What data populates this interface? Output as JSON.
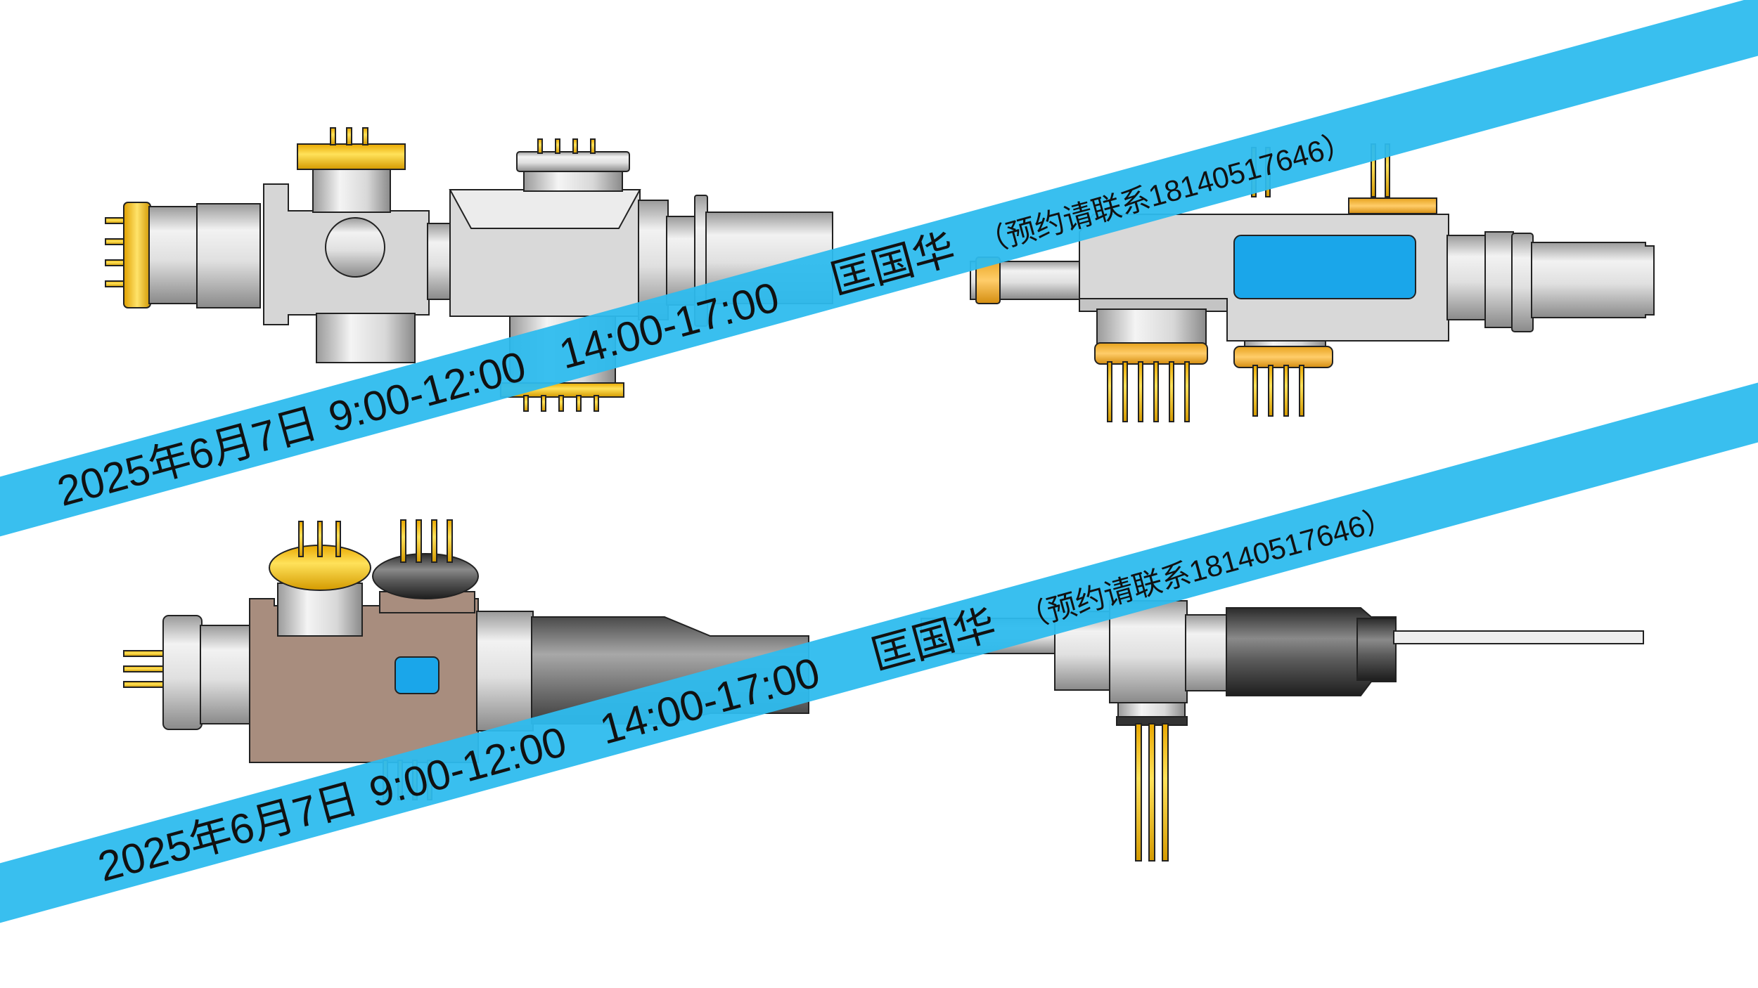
{
  "banners": [
    {
      "date": "2025年6月7日",
      "slot1": "9:00-12:00",
      "slot2": "14:00-17:00",
      "name": "匡国华",
      "contact": "（预约请联系18140517646）"
    },
    {
      "date": "2025年6月7日",
      "slot1": "9:00-12:00",
      "slot2": "14:00-17:00",
      "name": "匡国华",
      "contact": "（预约请联系18140517646）"
    }
  ],
  "colors": {
    "banner": "#2ebcee",
    "metal_light": "#dcdcdc",
    "metal_dark": "#8f8f8f",
    "gold": "#f5c400",
    "gold_dark": "#c89400",
    "copper": "#f2b12c",
    "bronze_body": "#a88d7e",
    "window_blue": "#1aa6ea",
    "black_tube": "#3a3a3a"
  }
}
